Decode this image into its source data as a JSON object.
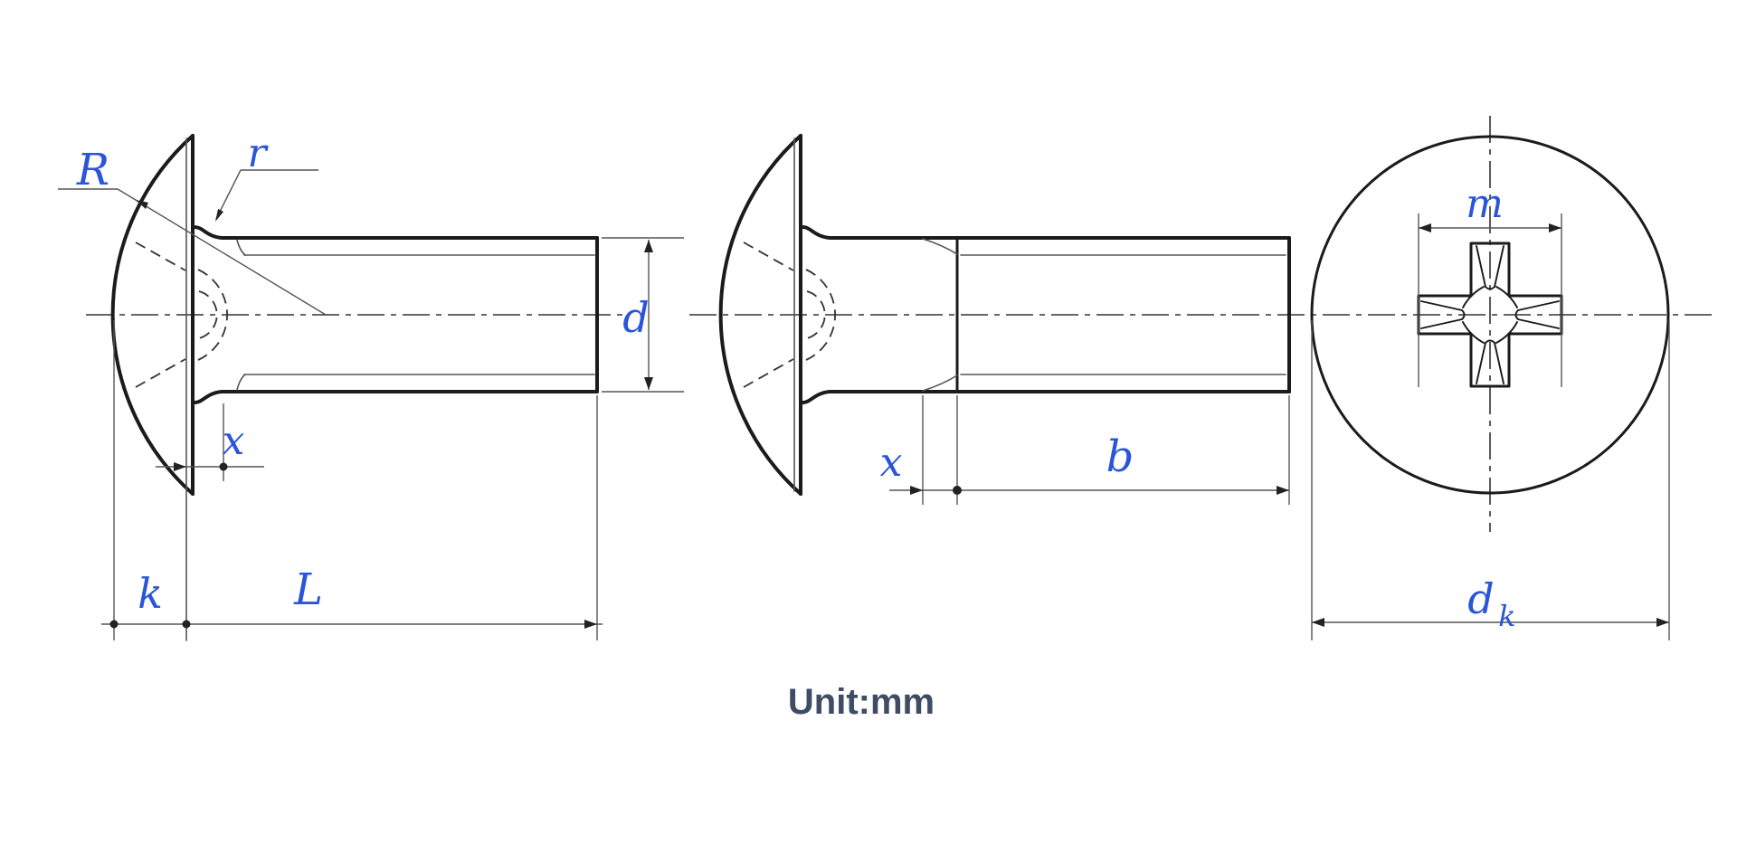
{
  "drawing": {
    "unit_label": "Unit:mm",
    "colors": {
      "outline": "#1b1b1b",
      "thin_line": "#555555",
      "hidden_line": "#333333",
      "centerline": "#333333",
      "terminator": "#222222",
      "dimension_label": "#2a55d8",
      "unit_text": "#3e4c66",
      "background": "#ffffff"
    },
    "views": {
      "side_full_thread": {
        "labels": {
          "head_radius": "R",
          "under_head_fillet": "r",
          "incomplete_thread": "x",
          "thread_diameter": "d",
          "head_height": "k",
          "length": "L"
        }
      },
      "side_partial_thread": {
        "labels": {
          "incomplete_thread": "x",
          "thread_length": "b"
        }
      },
      "head_front": {
        "labels": {
          "recess_size": "m",
          "head_diameter_main": "d",
          "head_diameter_sub": "k"
        }
      }
    }
  }
}
